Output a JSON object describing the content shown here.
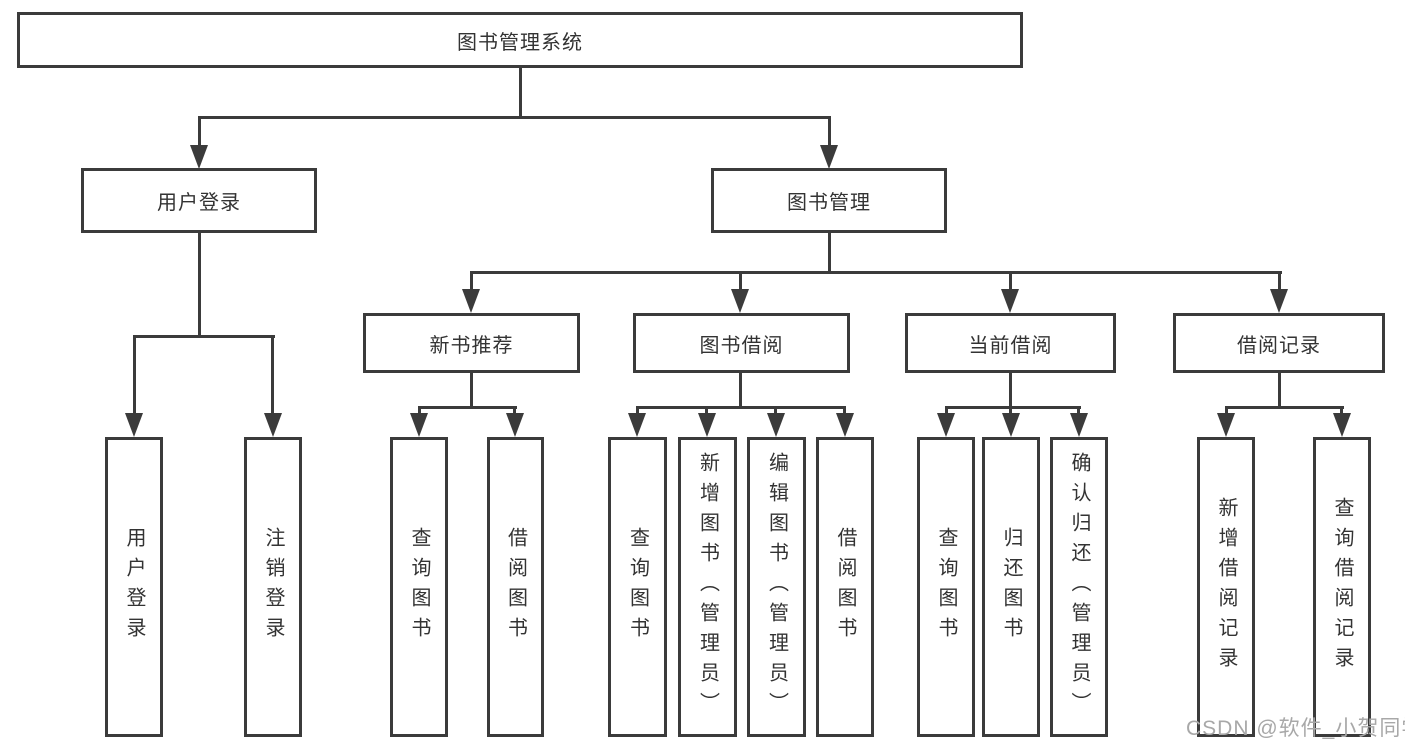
{
  "diagram": {
    "type": "hierarchy-tree",
    "root": {
      "label": "图书管理系统"
    },
    "level2": [
      {
        "label": "用户登录",
        "parent": "图书管理系统"
      },
      {
        "label": "图书管理",
        "parent": "图书管理系统"
      }
    ],
    "level3": [
      {
        "label": "新书推荐",
        "parent": "图书管理"
      },
      {
        "label": "图书借阅",
        "parent": "图书管理"
      },
      {
        "label": "当前借阅",
        "parent": "图书管理"
      },
      {
        "label": "借阅记录",
        "parent": "图书管理"
      }
    ],
    "leaves": [
      {
        "label": "用户登录",
        "parent": "用户登录"
      },
      {
        "label": "注销登录",
        "parent": "用户登录"
      },
      {
        "label": "查询图书",
        "parent": "新书推荐"
      },
      {
        "label": "借阅图书",
        "parent": "新书推荐"
      },
      {
        "label": "查询图书",
        "parent": "图书借阅"
      },
      {
        "label": "新增图书（管理员）",
        "parent": "图书借阅"
      },
      {
        "label": "编辑图书（管理员）",
        "parent": "图书借阅"
      },
      {
        "label": "借阅图书",
        "parent": "图书借阅"
      },
      {
        "label": "查询图书",
        "parent": "当前借阅"
      },
      {
        "label": "归还图书",
        "parent": "当前借阅"
      },
      {
        "label": "确认归还（管理员）",
        "parent": "当前借阅"
      },
      {
        "label": "新增借阅记录",
        "parent": "借阅记录"
      },
      {
        "label": "查询借阅记录",
        "parent": "借阅记录"
      }
    ],
    "watermark": "CSDN @软件_小贺同学",
    "colors": {
      "line": "#3b3b3b",
      "text": "#333333",
      "background": "#ffffff",
      "watermark": "#a8a8a8"
    }
  }
}
